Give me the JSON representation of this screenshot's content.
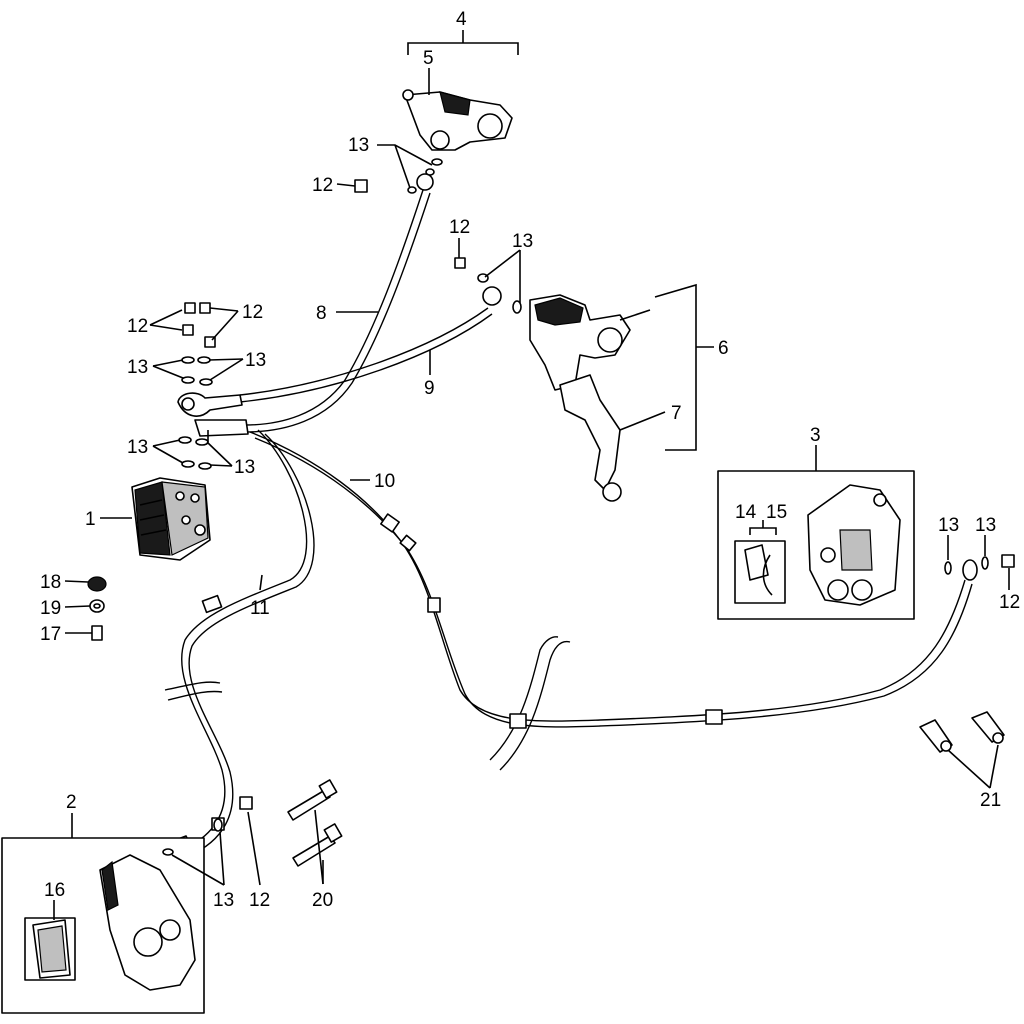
{
  "callouts": {
    "c1": "1",
    "c2": "2",
    "c3": "3",
    "c4": "4",
    "c5": "5",
    "c6": "6",
    "c7": "7",
    "c8": "8",
    "c9": "9",
    "c10": "10",
    "c11": "11",
    "c12a": "12",
    "c12b": "12",
    "c12c": "12",
    "c12d": "12",
    "c12e": "12",
    "c12f": "12",
    "c13a": "13",
    "c13b": "13",
    "c13c": "13",
    "c13d": "13",
    "c13e": "13",
    "c13f": "13",
    "c13g": "13",
    "c13h": "13",
    "c13i": "13",
    "c14": "14",
    "c15": "15",
    "c16": "16",
    "c17": "17",
    "c18": "18",
    "c19": "19",
    "c20": "20",
    "c21": "21"
  }
}
